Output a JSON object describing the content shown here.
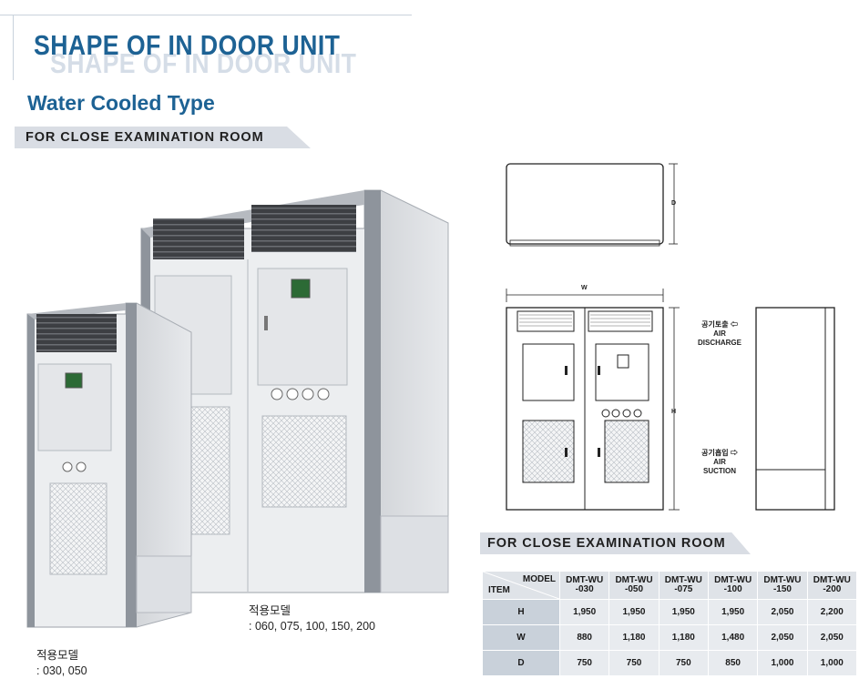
{
  "header": {
    "title": "SHAPE OF IN DOOR UNIT",
    "subtitle": "Water Cooled Type"
  },
  "banner_top": "FOR CLOSE EXAMINATION ROOM",
  "banner_table": "FOR CLOSE EXAMINATION ROOM",
  "photo": {
    "large_unit_caption_title": "적용모델",
    "large_unit_caption_models": ": 060, 075, 100, 150, 200",
    "small_unit_caption_title": "적용모델",
    "small_unit_caption_models": ": 030, 050"
  },
  "diagram": {
    "dim_w": "W",
    "dim_h": "H",
    "dim_d": "D",
    "discharge_korean": "공기토출",
    "discharge_line1": "AIR",
    "discharge_line2": "DISCHARGE",
    "suction_korean": "공기흡입",
    "suction_line1": "AIR",
    "suction_line2": "SUCTION",
    "arrow_left": "⇦",
    "arrow_right": "⇨"
  },
  "spec_table": {
    "corner_model": "MODEL",
    "corner_item": "ITEM",
    "models": [
      {
        "l1": "DMT-WU",
        "l2": "-030"
      },
      {
        "l1": "DMT-WU",
        "l2": "-050"
      },
      {
        "l1": "DMT-WU",
        "l2": "-075"
      },
      {
        "l1": "DMT-WU",
        "l2": "-100"
      },
      {
        "l1": "DMT-WU",
        "l2": "-150"
      },
      {
        "l1": "DMT-WU",
        "l2": "-200"
      }
    ],
    "rows": [
      {
        "item": "H",
        "values": [
          "1,950",
          "1,950",
          "1,950",
          "1,950",
          "2,050",
          "2,200"
        ]
      },
      {
        "item": "W",
        "values": [
          "880",
          "1,180",
          "1,180",
          "1,480",
          "2,050",
          "2,050"
        ]
      },
      {
        "item": "D",
        "values": [
          "750",
          "750",
          "750",
          "850",
          "1,000",
          "1,000"
        ]
      }
    ]
  },
  "colors": {
    "title_blue": "#1d6294",
    "banner_gray": "#d9dde4",
    "unit_body": "#e9eaec",
    "unit_frame": "#8e949c"
  }
}
